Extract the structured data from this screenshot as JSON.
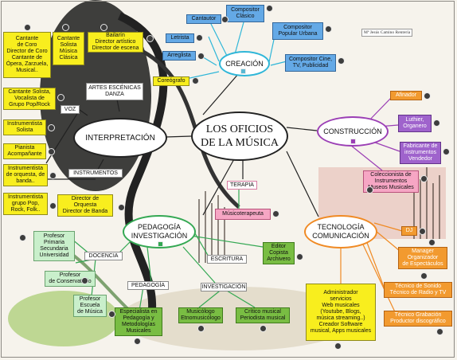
{
  "credit": "Mª Jesús Camino Rentería",
  "central": "LOS OFICIOS\nDE LA MÚSICA",
  "hubs": {
    "interpretacion": "INTERPRETACIÓN",
    "creacion": "CREACIÓN",
    "construccion": "CONSTRUCCIÓN",
    "pedagogia": "PEDAGOGÍA\nINVESTIGACIÓN",
    "tecnologia": "TECNOLOGÍA\nCOMUNICACIÓN"
  },
  "labels": {
    "artes": "ARTES ESCÉNICAS\nDANZA",
    "voz": "VOZ",
    "instrumentos": "INSTRUMENTOS",
    "terapia": "TERAPIA",
    "escritura": "ESCRITURA",
    "docencia": "DOCENCIA",
    "pedagogia_sub": "PEDAGOGÍA",
    "investigacion_sub": "INVESTIGACIÓN"
  },
  "nodes": {
    "cantante_coro": "Cantante\nde Coro\nDirector de Coro\nCantante de\nÓpera, Zarzuela,\nMusical..",
    "cantante_clasica": "Cantante\nSolista\nMúsica\nClásica",
    "bailarin": "Bailarín\nDirector artístico\nDirector de escena",
    "cantante_pop": "Cantante Solista,\nVocalista de\nGrupo Pop/Rock",
    "instr_solista": "Instrumentista\nSolista",
    "pianista": "Pianista\nAcompañante",
    "instr_orquesta": "Instrumentista\nde orquesta, de\nbanda..",
    "instr_grupo": "Instrumentista\ngrupo Pop,\nRock, Folk..",
    "director_orquesta": "Director de\nOrquesta\nDirector de Banda",
    "coreografo": "Coreógrafo",
    "cantautor": "Cantautor",
    "compositor_clasico": "Compositor\nClásico",
    "letrista": "Letrista",
    "arreglista": "Arreglista",
    "compositor_popular": "Compositor\nPopular Urbana",
    "compositor_cine": "Compositor Cine,\nTV, Publicidad",
    "afinador": "Afinador",
    "luthier": "Luthier,\nOrganero",
    "fabricante": "Fabricante de\ninstrumentos\nVendedor",
    "coleccionista": "Coleccionista de\nInstrumentos\nMuseos Musicales",
    "musicoterapeuta": "Músicoterapeuta",
    "editor": "Editor\nCopista\nArchivero",
    "dj": "DJ",
    "manager": "Manager\nOrganizador\nde Espectáculos",
    "tecnico_sonido": "Técnico de Sonido\nTécnico de Radio y TV",
    "tecnico_grabacion": "Técnico Grabación\nProductor discográfico",
    "administrador": "Administrador\nservicios\nWeb musicales\n(Youtube, Blogs,\nmúsica streaming..)\nCreador Software\nmusical, Apps musicales",
    "prof_primaria": "Profesor\nPrimaria\nSecundaria\nUniversidad",
    "prof_conservatorio": "Profesor\nde Conservatorio",
    "prof_escuela": "Profesor\nEscuela\nde Música",
    "especialista": "Especialista en\nPedagogía y\nMetodologías\nMusicales",
    "musicologo": "Musicólogo\nEtnomusicólogo",
    "critico": "Crítico musical\nPeriodista musical"
  },
  "colors": {
    "yellow": "#f8ee1e",
    "blue": "#64a9e6",
    "orange": "#f29a2f",
    "violet": "#9f63cc",
    "pink": "#f6a6c4",
    "green": "#79bd43",
    "light_green": "#c9efcb",
    "creacion_ring": "#2fb6d8",
    "construccion_ring": "#9b3fb5",
    "pedagogia_ring": "#34a853",
    "tecnologia_ring": "#f08a24"
  },
  "icon_names": [
    "link-icon",
    "note-icon"
  ]
}
